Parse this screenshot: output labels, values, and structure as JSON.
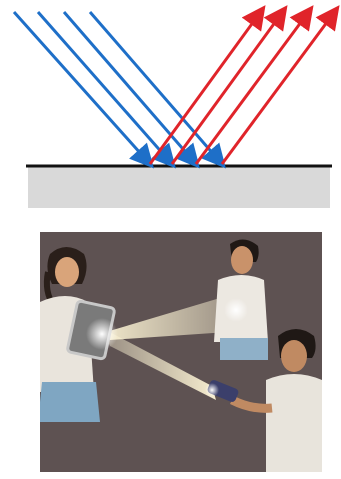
{
  "diagram": {
    "incident_ray_color": "#1e6fc8",
    "reflected_ray_color": "#e0242a",
    "surface_line_color": "#111111",
    "surface_fill_color": "#d9d9d9",
    "incident_ray_count": 4,
    "reflected_ray_count": 4
  },
  "scene": {
    "background_color": "#5e5252",
    "light_beam_color": "#fff3c8",
    "figures": [
      "girl-holding-mirror",
      "boy-lit-by-reflection",
      "boy-holding-torch"
    ],
    "props": [
      "mirror",
      "torch"
    ]
  }
}
